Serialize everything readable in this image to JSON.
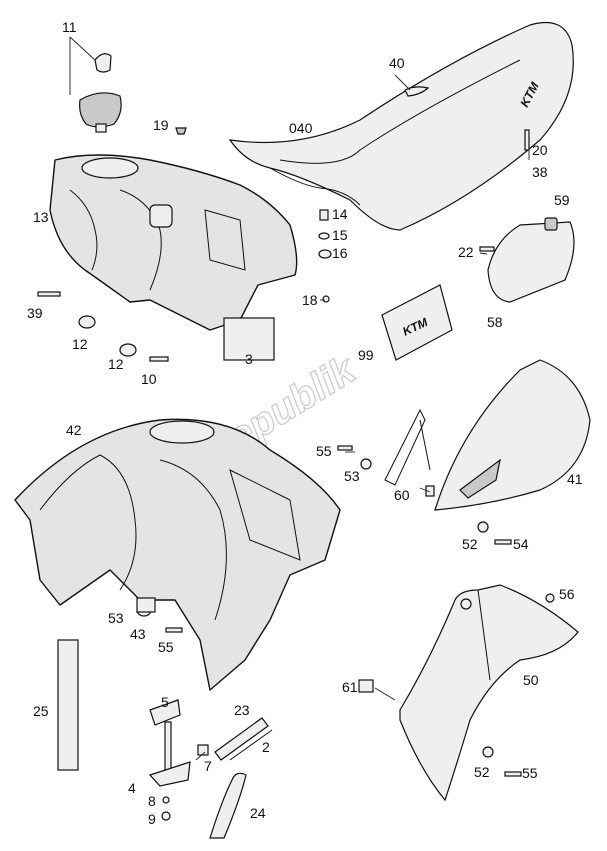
{
  "watermark": "PartsRepublik",
  "logos": {
    "seat_logo": "KTM",
    "decal_logo": "KTM"
  },
  "callouts": [
    {
      "id": "11",
      "label": "11"
    },
    {
      "id": "40",
      "label": "40"
    },
    {
      "id": "040",
      "label": "040"
    },
    {
      "id": "19",
      "label": "19"
    },
    {
      "id": "20",
      "label": "20"
    },
    {
      "id": "38",
      "label": "38"
    },
    {
      "id": "13",
      "label": "13"
    },
    {
      "id": "14",
      "label": "14"
    },
    {
      "id": "15",
      "label": "15"
    },
    {
      "id": "16",
      "label": "16"
    },
    {
      "id": "59",
      "label": "59"
    },
    {
      "id": "22",
      "label": "22"
    },
    {
      "id": "18",
      "label": "18"
    },
    {
      "id": "39",
      "label": "39"
    },
    {
      "id": "12a",
      "label": "12"
    },
    {
      "id": "12b",
      "label": "12"
    },
    {
      "id": "3",
      "label": "3"
    },
    {
      "id": "10",
      "label": "10"
    },
    {
      "id": "58",
      "label": "58"
    },
    {
      "id": "99",
      "label": "99"
    },
    {
      "id": "42",
      "label": "42"
    },
    {
      "id": "55a",
      "label": "55"
    },
    {
      "id": "53a",
      "label": "53"
    },
    {
      "id": "41",
      "label": "41"
    },
    {
      "id": "60",
      "label": "60"
    },
    {
      "id": "52a",
      "label": "52"
    },
    {
      "id": "54",
      "label": "54"
    },
    {
      "id": "53b",
      "label": "53"
    },
    {
      "id": "43",
      "label": "43"
    },
    {
      "id": "55b",
      "label": "55"
    },
    {
      "id": "56",
      "label": "56"
    },
    {
      "id": "25",
      "label": "25"
    },
    {
      "id": "61",
      "label": "61"
    },
    {
      "id": "50",
      "label": "50"
    },
    {
      "id": "5",
      "label": "5"
    },
    {
      "id": "23",
      "label": "23"
    },
    {
      "id": "2",
      "label": "2"
    },
    {
      "id": "7",
      "label": "7"
    },
    {
      "id": "4",
      "label": "4"
    },
    {
      "id": "8",
      "label": "8"
    },
    {
      "id": "9",
      "label": "9"
    },
    {
      "id": "24",
      "label": "24"
    },
    {
      "id": "52b",
      "label": "52"
    },
    {
      "id": "55c",
      "label": "55"
    }
  ]
}
